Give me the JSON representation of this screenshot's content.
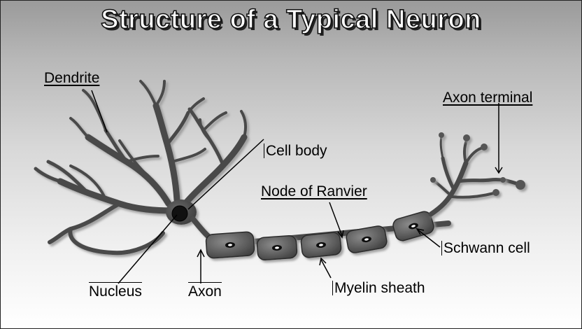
{
  "title": "Structure of a Typical Neuron",
  "labels": {
    "dendrite": "Dendrite",
    "axon_terminal": "Axon terminal",
    "cell_body": "Cell body",
    "node_of_ranvier": "Node of Ranvier",
    "schwann_cell": "Schwann cell",
    "nucleus": "Nucleus",
    "axon": "Axon",
    "myelin_sheath": "Myelin sheath"
  },
  "colors": {
    "neuron_fill": "#4a4a4a",
    "myelin_fill": "#5c5c5c",
    "nucleus_fill": "#111111",
    "leader_line": "#000000"
  }
}
